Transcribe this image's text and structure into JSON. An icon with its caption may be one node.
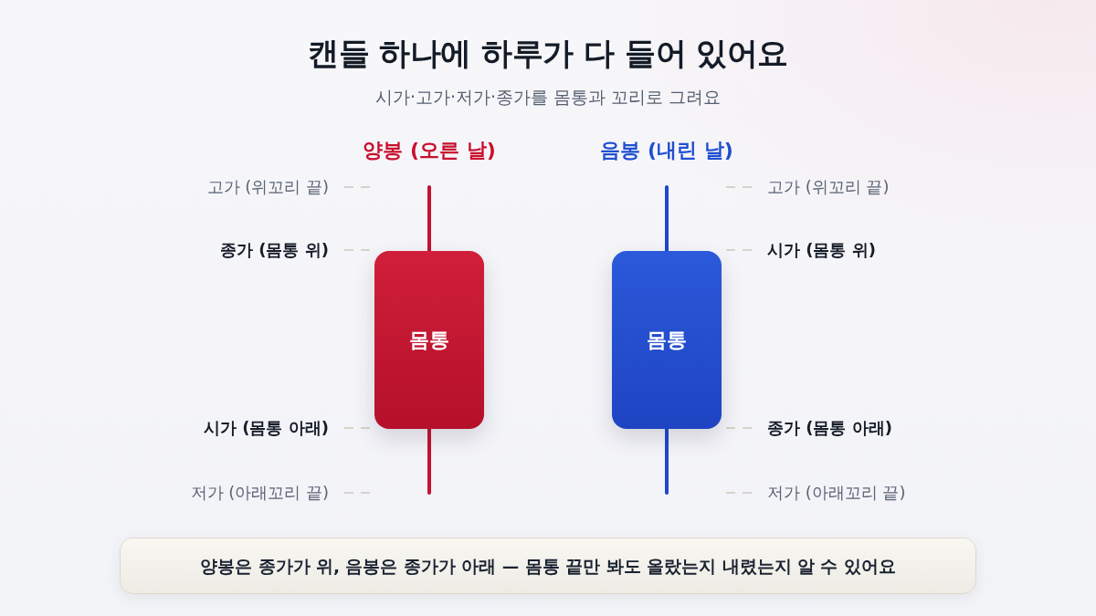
{
  "diagram": {
    "title": "캔들 하나에 하루가 다 들어 있어요",
    "nodes": [
      {
        "text": [
          "몸통"
        ]
      },
      {
        "text": [
          "몸통"
        ]
      },
      {
        "text": [
          "양봉은 종가가 위, 음봉은 종가가 아래 — 몸통 끝만 봐도 올랐는지 내렸는지 알 수 있어요"
        ]
      }
    ],
    "labels": [
      "시가·고가·저가·종가를 몸통과 꼬리로 그려요",
      "양봉 (오른 날)",
      "음봉 (내린 날)",
      "고가 (위꼬리 끝)",
      "고가 (위꼬리 끝)",
      "종가 (몸통 위)",
      "시가 (몸통 위)",
      "시가 (몸통 아래)",
      "종가 (몸통 아래)",
      "저가 (아래꼬리 끝)",
      "저가 (아래꼬리 끝)"
    ]
  }
}
